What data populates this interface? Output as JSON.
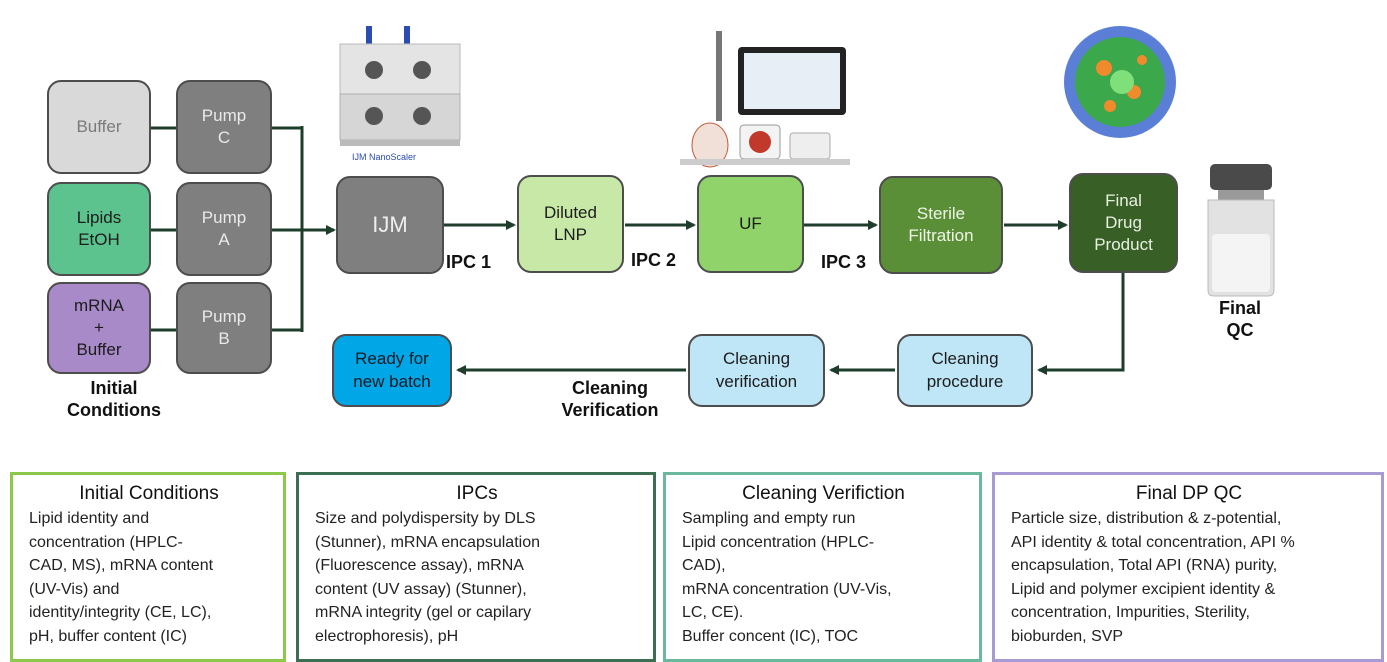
{
  "colors": {
    "gray_box": "#7f7f7f",
    "light_gray": "#d9d9d9",
    "lipid_green": "#5cc38f",
    "mrna_purple": "#a88ac8",
    "green_light": "#c7e8a7",
    "green_mid": "#8fd36a",
    "green_dark": "#5a8f38",
    "green_darkest": "#385f26",
    "blue_light": "#bfe6f6",
    "blue_ready": "#00a6e6"
  },
  "nodes": {
    "buffer": "Buffer",
    "lipids": "Lipids\nEtOH",
    "mrna": "mRNA\n+\nBuffer",
    "pump_c": "Pump\nC",
    "pump_a": "Pump\nA",
    "pump_b": "Pump\nB",
    "ijm": "IJM",
    "diluted": "Diluted\nLNP",
    "uf": "UF",
    "sterile": "Sterile\nFiltration",
    "final": "Final\nDrug\nProduct",
    "cleaning_proc": "Cleaning\nprocedure",
    "cleaning_ver": "Cleaning\nverification",
    "ready": "Ready for\nnew batch"
  },
  "labels": {
    "initial": "Initial\nConditions",
    "ipc1": "IPC 1",
    "ipc2": "IPC 2",
    "ipc3": "IPC 3",
    "final_qc": "Final\nQC",
    "cleaning_verification": "Cleaning\nVerification",
    "instrument_name": "IJM NanoScaler"
  },
  "panels": [
    {
      "title": "Initial Conditions",
      "body": "Lipid identity and\nconcentration (HPLC-\nCAD, MS), mRNA content\n(UV-Vis) and\nidentity/integrity (CE, LC),\npH, buffer content (IC)"
    },
    {
      "title": "IPCs",
      "body": "Size and polydispersity by DLS\n(Stunner), mRNA encapsulation\n(Fluorescence assay), mRNA\ncontent (UV assay) (Stunner),\nmRNA integrity (gel or capilary\nelectrophoresis), pH"
    },
    {
      "title": "Cleaning Verifiction",
      "body": "Sampling and empty run\nLipid concentration (HPLC-\nCAD),\nmRNA concentration (UV-Vis,\nLC, CE).\nBuffer concent (IC), TOC"
    },
    {
      "title": "Final DP QC",
      "body": "Particle size, distribution & z-potential,\nAPI identity & total concentration, API %\nencapsulation, Total API (RNA) purity,\nLipid and polymer excipient identity &\nconcentration, Impurities, Sterility,\nbioburden, SVP"
    }
  ]
}
